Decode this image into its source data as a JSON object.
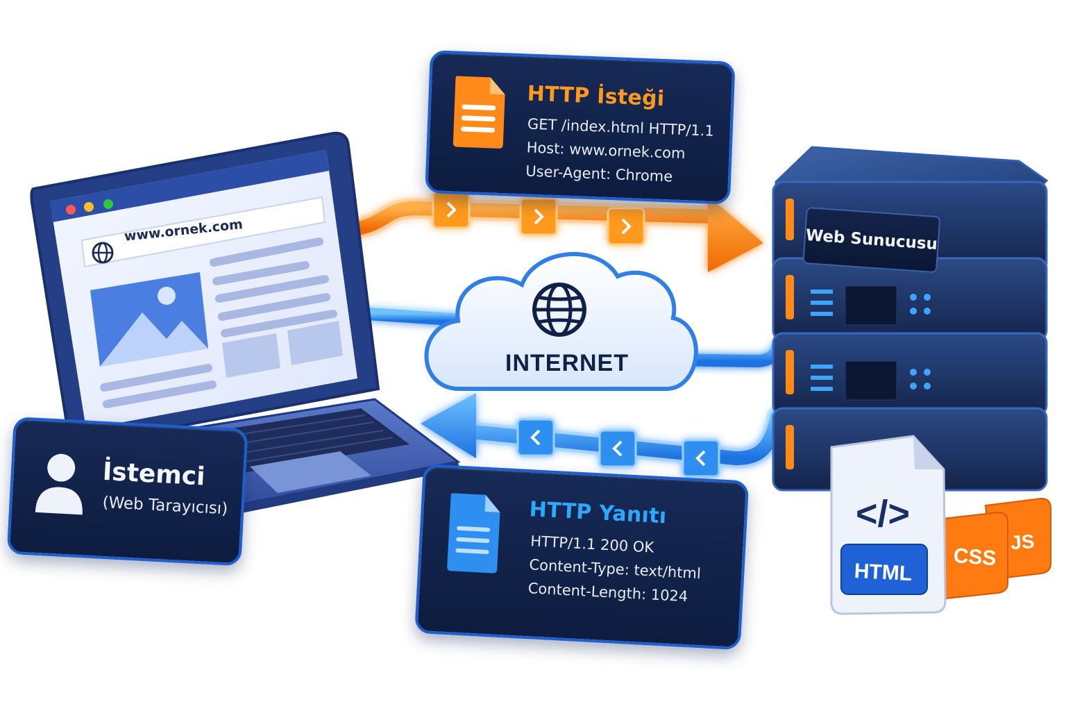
{
  "browser": {
    "url": "www.ornek.com"
  },
  "network": {
    "label": "INTERNET"
  },
  "request": {
    "title": "HTTP İsteği",
    "lines": [
      "GET /index.html HTTP/1.1",
      "Host: www.ornek.com",
      "User-Agent: Chrome"
    ]
  },
  "response": {
    "title": "HTTP Yanıtı",
    "lines": [
      "HTTP/1.1 200 OK",
      "Content-Type: text/html",
      "Content-Length: 1024"
    ]
  },
  "client": {
    "title": "İstemci",
    "subtitle": "(Web Tarayıcısı)"
  },
  "server": {
    "label": "Web Sunucusu"
  },
  "files": {
    "html": "HTML",
    "css": "CSS",
    "js": "JS",
    "code_glyph": "</>"
  },
  "colors": {
    "request_accent": "#ff8a1a",
    "response_accent": "#2f8ff0",
    "card_bg": "#13244d"
  },
  "icons": {
    "request_doc": "document-icon",
    "response_doc": "document-icon",
    "client": "user-icon",
    "internet": "globe-icon"
  }
}
